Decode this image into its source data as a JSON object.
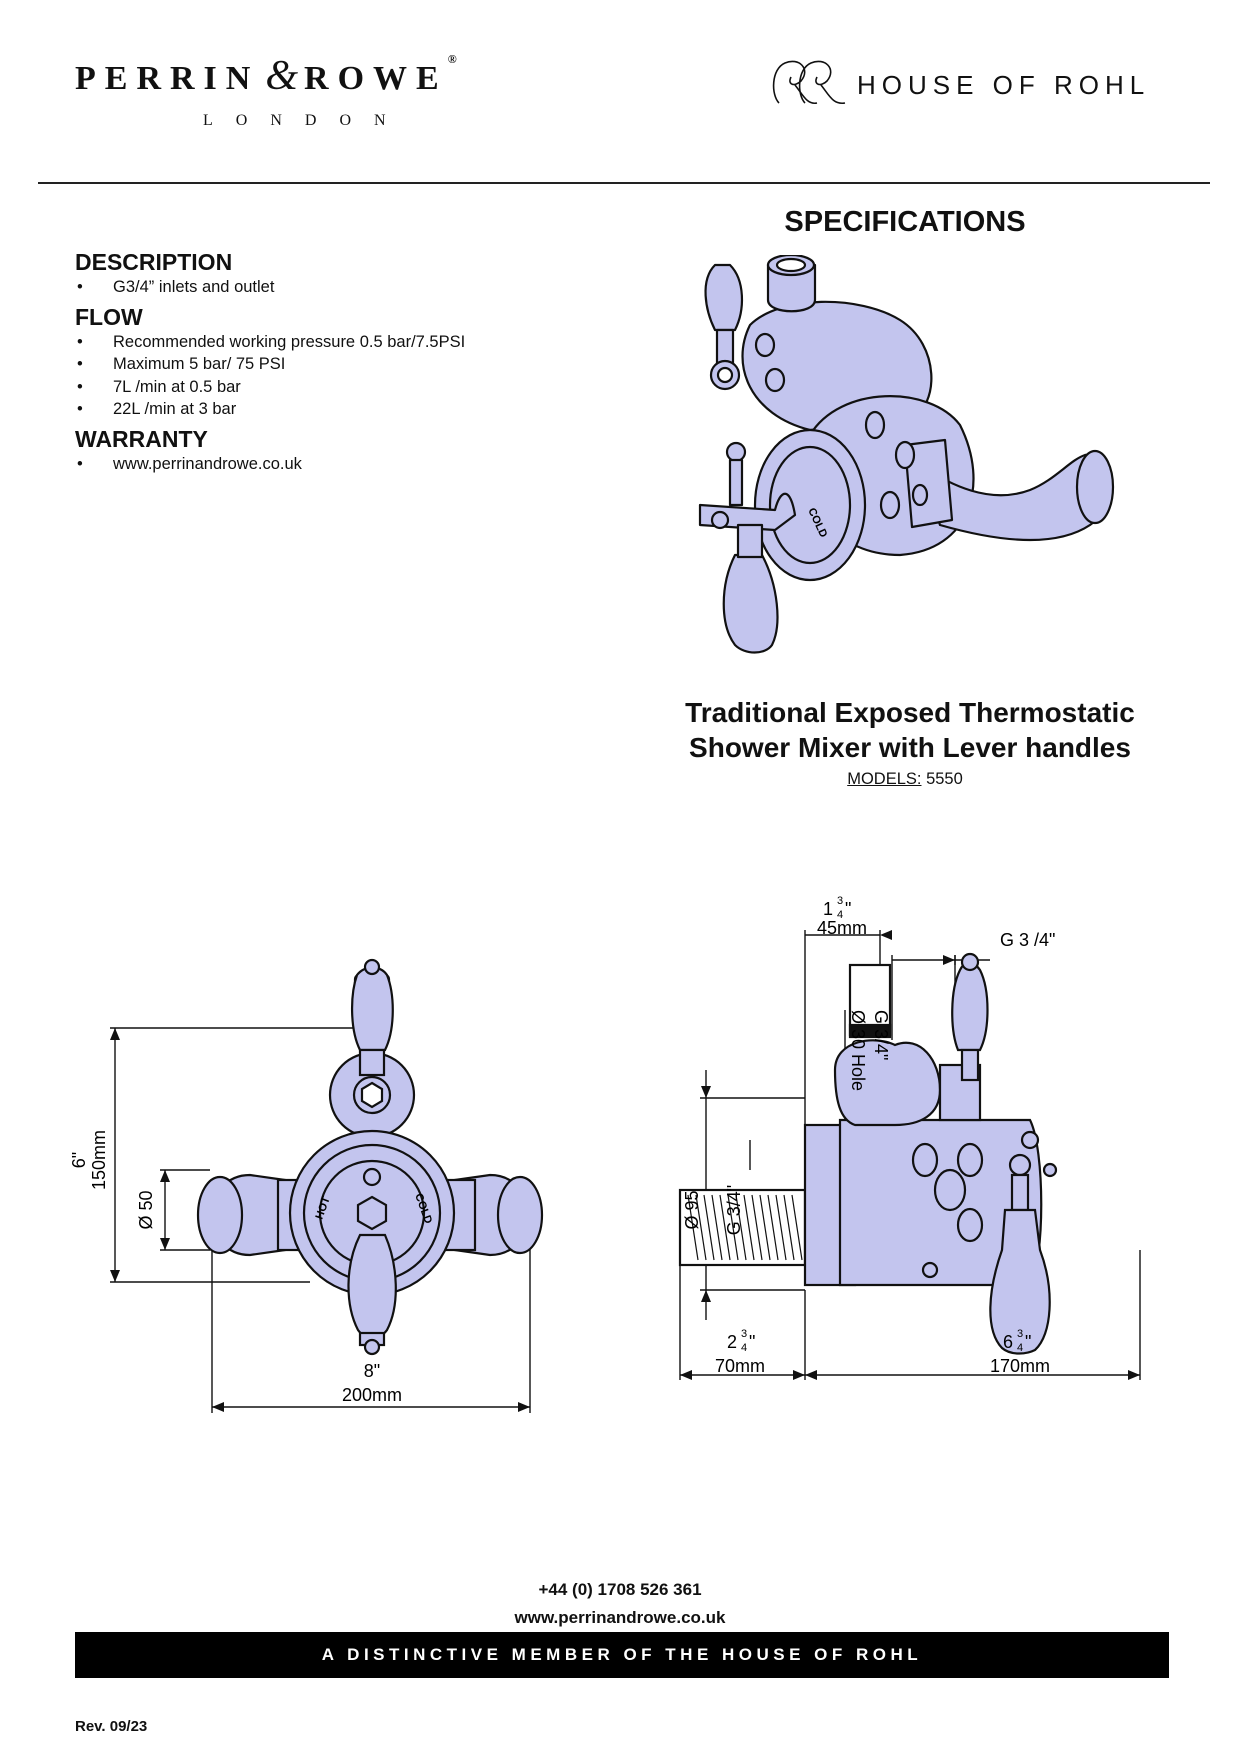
{
  "header": {
    "brand_name_1": "PERRIN",
    "brand_amp": "&",
    "brand_name_2": "ROWE",
    "brand_reg": "®",
    "brand_sub": "LONDON",
    "partner_name": "HOUSE OF ROHL",
    "partner_monogram": "RR"
  },
  "specifications_title": "SPECIFICATIONS",
  "sections": [
    {
      "heading": "DESCRIPTION",
      "items": [
        "G3/4” inlets and outlet"
      ]
    },
    {
      "heading": "FLOW",
      "items": [
        "Recommended working pressure 0.5 bar/7.5PSI",
        "Maximum 5 bar/ 75 PSI",
        "7L /min at 0.5 bar",
        "22L /min at 3 bar"
      ]
    },
    {
      "heading": "WARRANTY",
      "items": [
        "www.perrinandrowe.co.uk"
      ]
    }
  ],
  "product": {
    "title_line1": "Traditional Exposed Thermostatic",
    "title_line2": "Shower Mixer with Lever handles",
    "models_label": "MODELS:",
    "models_value": "5550"
  },
  "drawing_iso": {
    "dial_label": "COLD"
  },
  "drawing_front": {
    "height_in": "6\"",
    "height_mm": "150mm",
    "dia": "Ø 50",
    "width_in": "8\"",
    "width_mm": "200mm",
    "hot_label": "HOT",
    "cold_label": "COLD"
  },
  "drawing_side": {
    "top_in_whole": "1",
    "top_frac_num": "3",
    "top_frac_den": "4",
    "top_in_suffix": "\"",
    "top_mm": "45mm",
    "outlet_thread": "G 3 /4\"",
    "inlet_thread": "G 3/4\"",
    "hole": "Ø 30 Hole",
    "dia_95": "Ø 95",
    "pipe_thread": "G 3/4\"",
    "left_in_whole": "2",
    "left_frac_num": "3",
    "left_frac_den": "4",
    "left_in_suffix": "\"",
    "left_mm": "70mm",
    "right_in_whole": "6",
    "right_frac_num": "3",
    "right_frac_den": "4",
    "right_in_suffix": "\"",
    "right_mm": "170mm"
  },
  "footer": {
    "phone": "+44 (0) 1708 526 361",
    "website": "www.perrinandrowe.co.uk",
    "banner": "A DISTINCTIVE MEMBER OF THE HOUSE OF ROHL",
    "revision": "Rev. 09/23"
  },
  "colors": {
    "fill": "#c3c5ee",
    "stroke": "#111111",
    "banner": "#000000"
  }
}
